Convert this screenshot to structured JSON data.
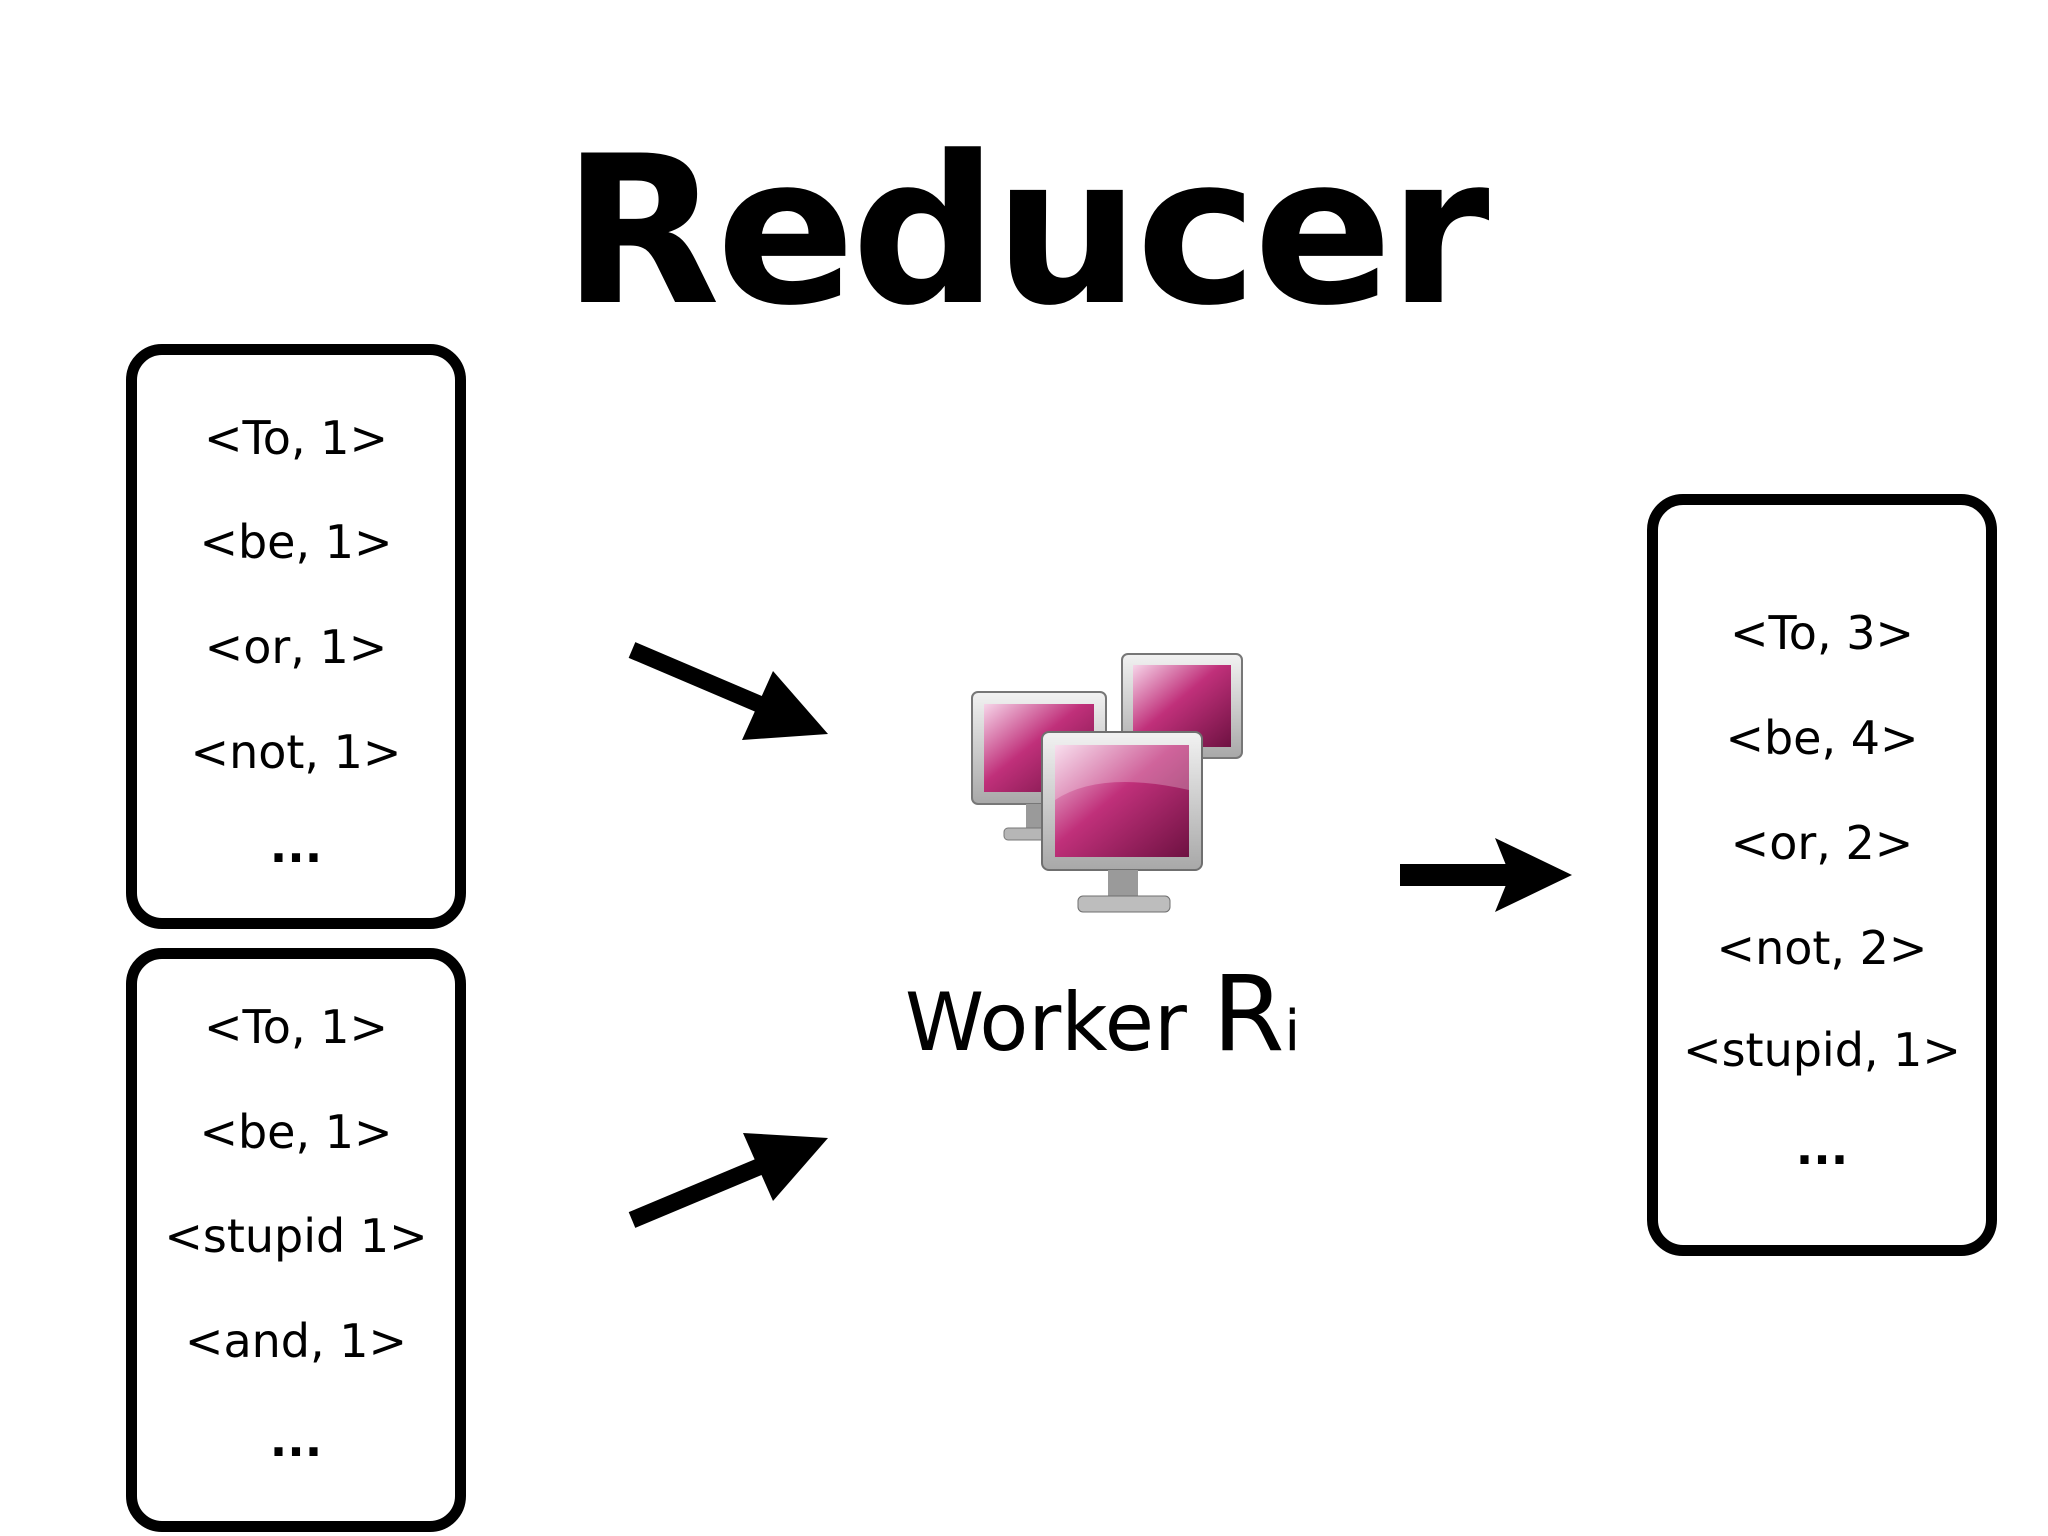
{
  "title": "Reducer",
  "input_box_1": {
    "items": [
      "<To, 1>",
      "<be, 1>",
      "<or, 1>",
      "<not, 1>",
      "..."
    ]
  },
  "input_box_2": {
    "items": [
      "<To, 1>",
      "<be, 1>",
      "<stupid 1>",
      "<and, 1>",
      "..."
    ]
  },
  "worker": {
    "label": "Worker",
    "symbol": "R",
    "subscript": "i",
    "icon": "computer-cluster-icon"
  },
  "output_box": {
    "items": [
      "<To, 3>",
      "<be, 4>",
      "<or, 2>",
      "<not, 2>",
      "<stupid, 1>",
      "..."
    ]
  },
  "colors": {
    "stroke": "#000000",
    "background": "#ffffff",
    "screen_accent": "#c0307a"
  }
}
